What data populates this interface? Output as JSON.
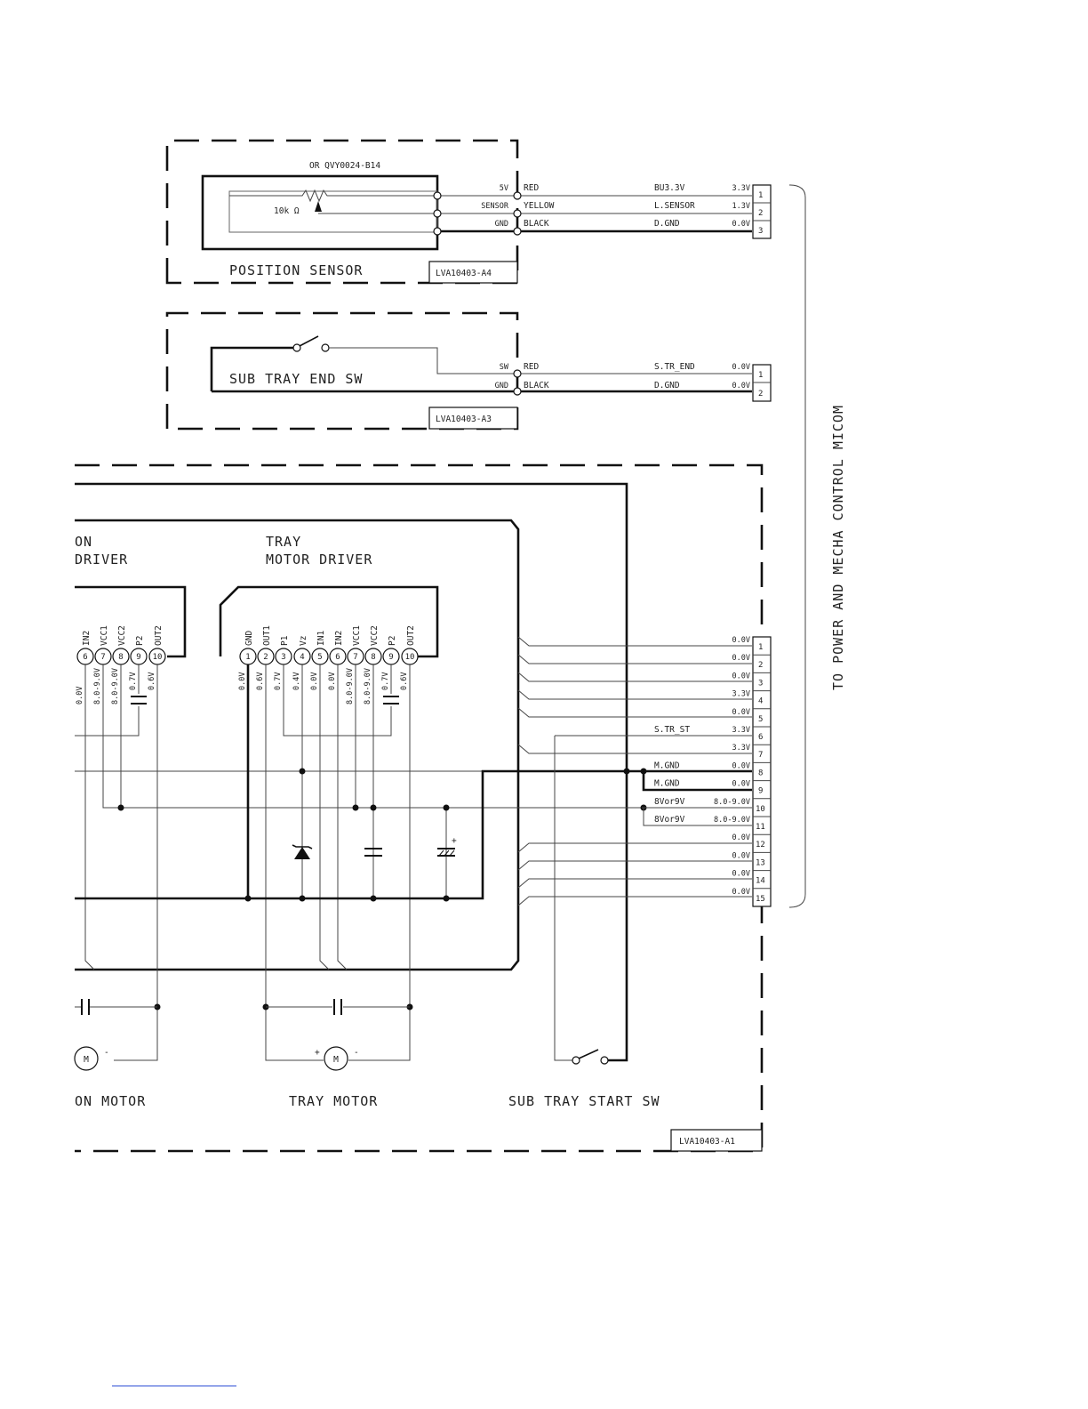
{
  "position_sensor": {
    "part": "OR QVY0024-B14",
    "resistor": "10k Ω",
    "title": "POSITION SENSOR",
    "board": "LVA10403-A4",
    "pins": [
      "5V",
      "SENSOR",
      "GND"
    ],
    "wires": [
      "RED",
      "YELLOW",
      "BLACK"
    ],
    "signals": [
      "BU3.3V",
      "L.SENSOR",
      "D.GND"
    ],
    "voltages": [
      "3.3V",
      "1.3V",
      "0.0V"
    ],
    "connector": [
      "1",
      "2",
      "3"
    ]
  },
  "sub_tray_end": {
    "title": "SUB TRAY END SW",
    "board": "LVA10403-A3",
    "pins": [
      "SW",
      "GND"
    ],
    "wires": [
      "RED",
      "BLACK"
    ],
    "signals": [
      "S.TR_END",
      "D.GND"
    ],
    "voltages": [
      "0.0V",
      "0.0V"
    ],
    "connector": [
      "1",
      "2"
    ]
  },
  "main_board": {
    "board": "LVA10403-A1",
    "left_driver_title_1": "ON",
    "left_driver_title_2": "DRIVER",
    "tray_driver_title_1": "TRAY",
    "tray_driver_title_2": "MOTOR DRIVER",
    "left_ic_pins": [
      "IN2",
      "VCC1",
      "VCC2",
      "P2",
      "OUT2"
    ],
    "left_ic_numbers": [
      "6",
      "7",
      "8",
      "9",
      "10"
    ],
    "left_ic_volts": [
      "0.0V",
      "8.0-9.0V",
      "8.0-9.0V",
      "0.7V",
      "0.6V"
    ],
    "tray_ic_pins": [
      "GND",
      "OUT1",
      "P1",
      "Vz",
      "IN1",
      "IN2",
      "VCC1",
      "VCC2",
      "P2",
      "OUT2"
    ],
    "tray_ic_numbers": [
      "1",
      "2",
      "3",
      "4",
      "5",
      "6",
      "7",
      "8",
      "9",
      "10"
    ],
    "tray_ic_volts": [
      "0.0V",
      "0.6V",
      "0.7V",
      "0.4V",
      "0.0V",
      "0.0V",
      "8.0-9.0V",
      "8.0-9.0V",
      "0.7V",
      "0.6V"
    ],
    "left_motor": "ON MOTOR",
    "tray_motor": "TRAY MOTOR",
    "start_sw": "SUB TRAY START SW",
    "motor_symbol": "M",
    "plus": "+",
    "minus": "-",
    "connector_rows": [
      {
        "pin": "1",
        "volt": "0.0V",
        "signal": ""
      },
      {
        "pin": "2",
        "volt": "0.0V",
        "signal": ""
      },
      {
        "pin": "3",
        "volt": "0.0V",
        "signal": ""
      },
      {
        "pin": "4",
        "volt": "3.3V",
        "signal": ""
      },
      {
        "pin": "5",
        "volt": "0.0V",
        "signal": ""
      },
      {
        "pin": "6",
        "volt": "3.3V",
        "signal": "S.TR_ST"
      },
      {
        "pin": "7",
        "volt": "3.3V",
        "signal": ""
      },
      {
        "pin": "8",
        "volt": "0.0V",
        "signal": "M.GND"
      },
      {
        "pin": "9",
        "volt": "0.0V",
        "signal": "M.GND"
      },
      {
        "pin": "10",
        "volt": "8.0-9.0V",
        "signal": "8Vor9V"
      },
      {
        "pin": "11",
        "volt": "8.0-9.0V",
        "signal": "8Vor9V"
      },
      {
        "pin": "12",
        "volt": "0.0V",
        "signal": ""
      },
      {
        "pin": "13",
        "volt": "0.0V",
        "signal": ""
      },
      {
        "pin": "14",
        "volt": "0.0V",
        "signal": ""
      },
      {
        "pin": "15",
        "volt": "0.0V",
        "signal": ""
      }
    ]
  },
  "side_label": "TO POWER AND MECHA CONTROL MICOM"
}
